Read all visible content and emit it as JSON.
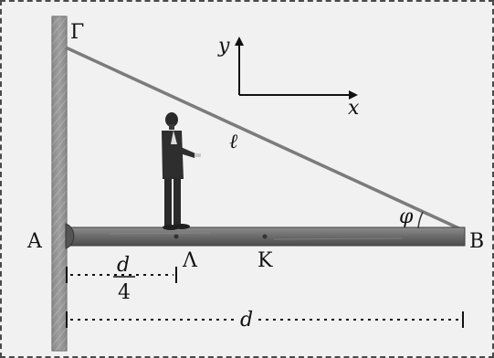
{
  "labels": {
    "gamma": "Γ",
    "alpha": "A",
    "beta": "B",
    "lambda": "Λ",
    "kappa": "K",
    "phi": "φ",
    "ell": "ℓ",
    "axis_x": "x",
    "axis_y": "y",
    "dim_numerator": "d",
    "dim_denominator": "4",
    "dim_full": "d"
  },
  "colors": {
    "frame_border": "#4a4a4a",
    "background": "#f1f1f1",
    "wall": "#8a8a8a",
    "beam": "#6b6b6b",
    "rope": "#7b7b7b"
  }
}
